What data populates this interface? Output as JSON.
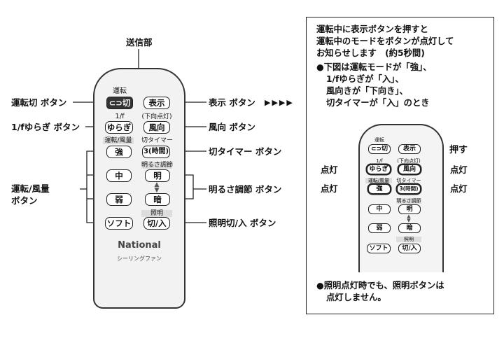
{
  "remote": {
    "top_label": "送信部",
    "brand": "National",
    "model": "シーリングファン",
    "labels": {
      "unten": "運転",
      "one_f": "1/f",
      "hyouji_top": "(下向点灯)",
      "unten_fuuryou": "運転/風量",
      "kiri_timer": "切タイマー",
      "akarusa": "明るさ調節",
      "shoumei": "照明"
    },
    "buttons": {
      "off": "⊂⊃切",
      "display": "表示",
      "yuragi": "ゆらぎ",
      "direction": "風向",
      "strong": "強",
      "timer": "3(時間)",
      "medium": "中",
      "bright": "明",
      "weak": "弱",
      "dark": "暗",
      "soft": "ソフト",
      "light": "切/入"
    }
  },
  "callouts": {
    "off_button": "運転切 ボタン",
    "yuragi_button": "1/fゆらぎ ボタン",
    "fan_button_1": "運転/風量",
    "fan_button_2": "ボタン",
    "display_button": "表示 ボタン",
    "arrows": "▶▶▶▶",
    "direction_button": "風向 ボタン",
    "timer_button": "切タイマー ボタン",
    "brightness_button": "明るさ調節 ボタン",
    "light_button": "照明切/入 ボタン"
  },
  "panel": {
    "intro": [
      "運転中に表示ボタンを押すと",
      "運転中のモードをボタンが点灯して",
      "お知らせします　(約5秒間)"
    ],
    "bullet1": [
      "●下図は運転モードが「強」、",
      "1/fゆらぎが「入」、",
      "風向きが「下向き」、",
      "切タイマーが「入」のとき"
    ],
    "push": "押す",
    "lit": "点灯",
    "note": [
      "●照明点灯時でも、照明ボタンは",
      "点灯しません。"
    ]
  }
}
